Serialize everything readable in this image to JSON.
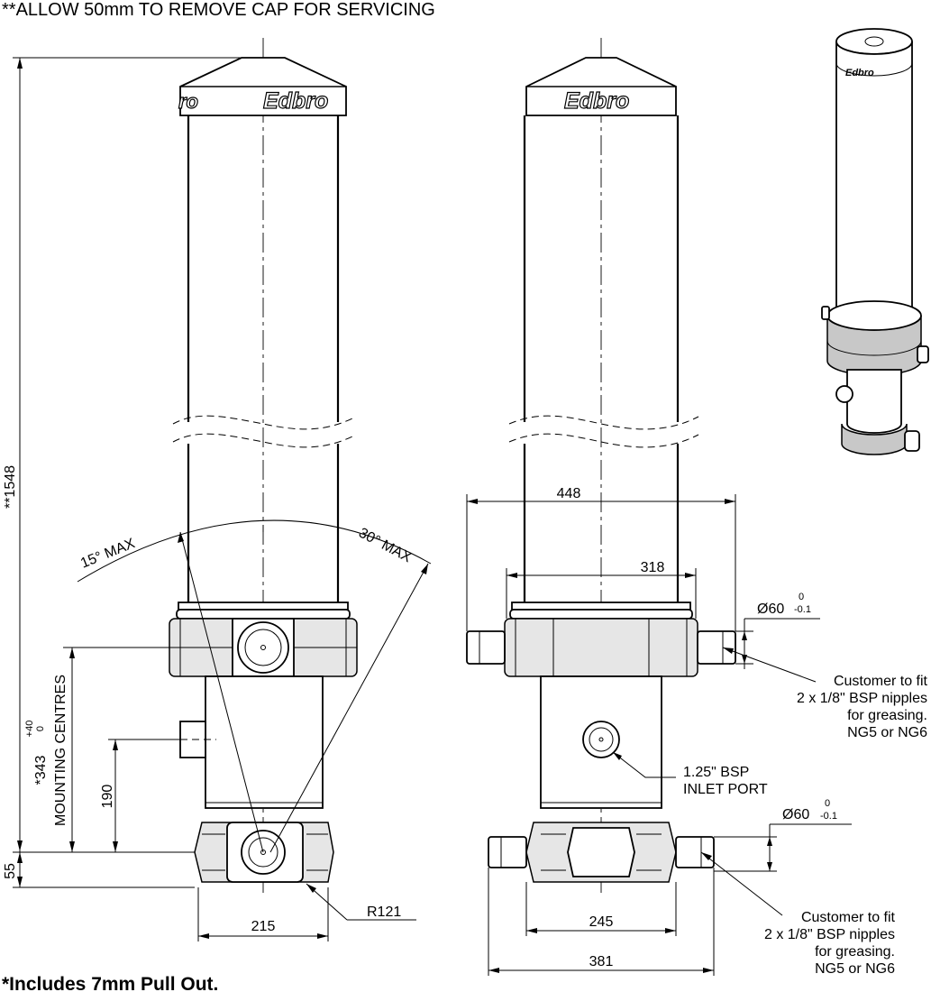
{
  "header_note": "**ALLOW 50mm TO REMOVE CAP FOR SERVICING",
  "footer_note": "*Includes 7mm Pull Out.",
  "brand": "Edbro",
  "side_view": {
    "overall_height": "**1548",
    "base_height": "55",
    "mounting_centres_label": "MOUNTING CENTRES",
    "mounting_centres_value": "*343",
    "mounting_tol_upper": "+40",
    "mounting_tol_lower": "0",
    "inlet_height": "190",
    "base_width": "215",
    "radius": "R121",
    "angle_left": "15° MAX",
    "angle_right": "30° MAX"
  },
  "front_view": {
    "top_trunnion_span": "448",
    "top_ring_width": "318",
    "bottom_trunnion_span": "381",
    "bottom_block_width": "245",
    "top_pin_diameter": "Ø60",
    "top_pin_tol_upper": "0",
    "top_pin_tol_lower": "-0.1",
    "bottom_pin_diameter": "Ø60",
    "bottom_pin_tol_upper": "0",
    "bottom_pin_tol_lower": "-0.1",
    "inlet_note_line1": "1.25\" BSP",
    "inlet_note_line2": "INLET PORT",
    "grease_top": [
      "Customer to fit",
      "2 x 1/8\" BSP nipples",
      "for greasing.",
      "NG5 or NG6"
    ],
    "grease_bottom": [
      "Customer to fit",
      "2 x 1/8\" BSP nipples",
      "for greasing.",
      "NG5 or NG6"
    ]
  }
}
